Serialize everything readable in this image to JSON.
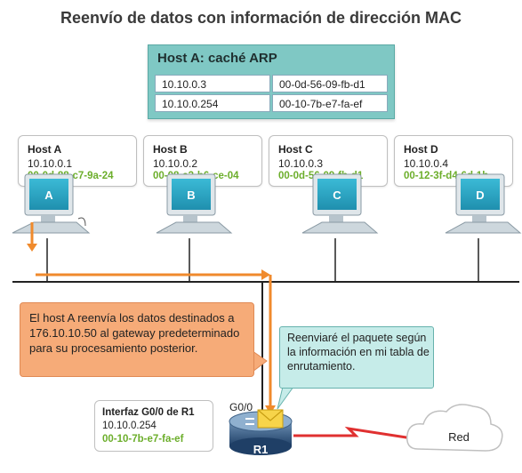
{
  "title": "Reenvío de datos con información de dirección MAC",
  "arp_cache": {
    "title": "Host A: caché ARP",
    "rows": [
      {
        "ip": "10.10.0.3",
        "mac": "00-0d-56-09-fb-d1"
      },
      {
        "ip": "10.10.0.254",
        "mac": "00-10-7b-e7-fa-ef"
      }
    ]
  },
  "hosts": [
    {
      "name": "Host A",
      "ip": "10.10.0.1",
      "mac": "00-0d-88-c7-9a-24",
      "label": "A"
    },
    {
      "name": "Host B",
      "ip": "10.10.0.2",
      "mac": "00-08-a3-b6-ce-04",
      "label": "B"
    },
    {
      "name": "Host C",
      "ip": "10.10.0.3",
      "mac": "00-0d-56-09-fb-d1",
      "label": "C"
    },
    {
      "name": "Host D",
      "ip": "10.10.0.4",
      "mac": "00-12-3f-d4-6d-1b",
      "label": "D"
    }
  ],
  "callout_host": "El host A reenvía los datos destinados a 176.10.10.50 al gateway predeterminado para su procesamiento posterior.",
  "callout_router": "Reenviaré el paquete según la información en mi tabla de enrutamiento.",
  "router": {
    "interface_title": "Interfaz G0/0 de R1",
    "ip": "10.10.0.254",
    "mac": "00-10-7b-e7-fa-ef",
    "port": "G0/0",
    "label": "R1"
  },
  "cloud_label": "Red",
  "colors": {
    "accent_orange": "#f08a2c",
    "mac_green": "#6cae2b",
    "teal": "#7fc8c4",
    "pc_teal": "#2aa9c4",
    "wan_red": "#e03030"
  }
}
